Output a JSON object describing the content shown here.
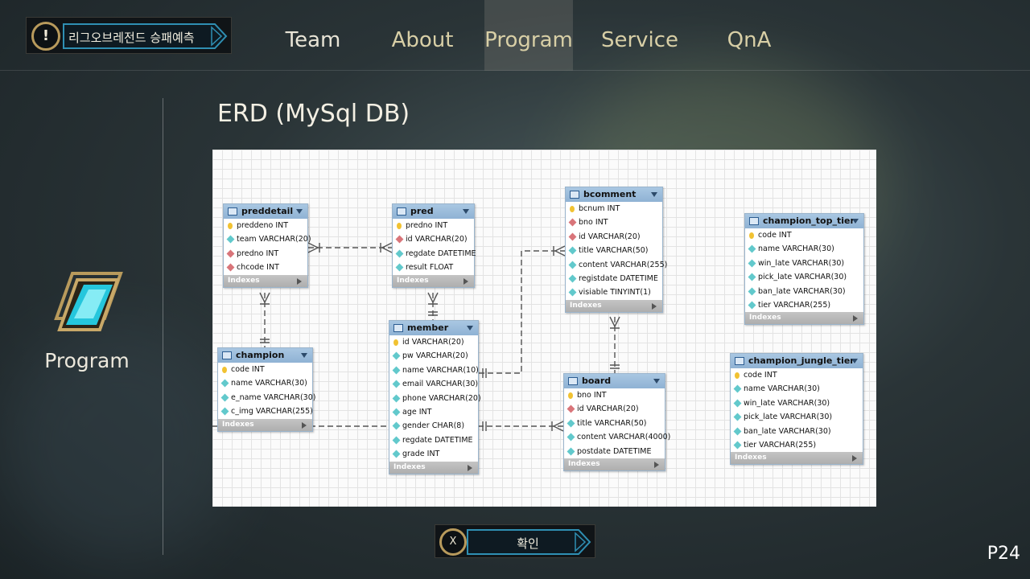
{
  "logo": {
    "icon": "!",
    "text": "리그오브레전드 승패예측"
  },
  "nav": [
    {
      "label": "Team"
    },
    {
      "label": "About"
    },
    {
      "label": "Program"
    },
    {
      "label": "Service"
    },
    {
      "label": "QnA"
    }
  ],
  "sidebar": {
    "label": "Program",
    "icon": "crystal-icon"
  },
  "page": {
    "title": "ERD (MySql DB)",
    "number": "P24"
  },
  "confirm": {
    "icon": "X",
    "label": "확인"
  },
  "erd": {
    "index_label": "Indexes",
    "tables": [
      {
        "name": "preddetail",
        "columns": [
          {
            "text": "preddeno INT",
            "kind": "key"
          },
          {
            "text": "team VARCHAR(20)",
            "kind": "col"
          },
          {
            "text": "predno INT",
            "kind": "fk"
          },
          {
            "text": "chcode INT",
            "kind": "fk"
          }
        ]
      },
      {
        "name": "pred",
        "columns": [
          {
            "text": "predno INT",
            "kind": "key"
          },
          {
            "text": "id VARCHAR(20)",
            "kind": "fk"
          },
          {
            "text": "regdate DATETIME",
            "kind": "col"
          },
          {
            "text": "result FLOAT",
            "kind": "col"
          }
        ]
      },
      {
        "name": "bcomment",
        "columns": [
          {
            "text": "bcnum INT",
            "kind": "key"
          },
          {
            "text": "bno INT",
            "kind": "fk"
          },
          {
            "text": "id VARCHAR(20)",
            "kind": "fk"
          },
          {
            "text": "title VARCHAR(50)",
            "kind": "col"
          },
          {
            "text": "content VARCHAR(255)",
            "kind": "col"
          },
          {
            "text": "registdate DATETIME",
            "kind": "col"
          },
          {
            "text": "visiable TINYINT(1)",
            "kind": "col"
          }
        ]
      },
      {
        "name": "champion_top_tier",
        "columns": [
          {
            "text": "code INT",
            "kind": "key"
          },
          {
            "text": "name VARCHAR(30)",
            "kind": "col"
          },
          {
            "text": "win_late VARCHAR(30)",
            "kind": "col"
          },
          {
            "text": "pick_late VARCHAR(30)",
            "kind": "col"
          },
          {
            "text": "ban_late VARCHAR(30)",
            "kind": "col"
          },
          {
            "text": "tier VARCHAR(255)",
            "kind": "col"
          }
        ]
      },
      {
        "name": "champion",
        "columns": [
          {
            "text": "code INT",
            "kind": "key"
          },
          {
            "text": "name VARCHAR(30)",
            "kind": "col"
          },
          {
            "text": "e_name VARCHAR(30)",
            "kind": "col"
          },
          {
            "text": "c_img VARCHAR(255)",
            "kind": "col"
          }
        ]
      },
      {
        "name": "member",
        "columns": [
          {
            "text": "id VARCHAR(20)",
            "kind": "key"
          },
          {
            "text": "pw VARCHAR(20)",
            "kind": "col"
          },
          {
            "text": "name VARCHAR(10)",
            "kind": "col"
          },
          {
            "text": "email VARCHAR(30)",
            "kind": "col"
          },
          {
            "text": "phone VARCHAR(20)",
            "kind": "col"
          },
          {
            "text": "age INT",
            "kind": "col"
          },
          {
            "text": "gender CHAR(8)",
            "kind": "col"
          },
          {
            "text": "regdate DATETIME",
            "kind": "col"
          },
          {
            "text": "grade INT",
            "kind": "col"
          }
        ]
      },
      {
        "name": "board",
        "columns": [
          {
            "text": "bno INT",
            "kind": "key"
          },
          {
            "text": "id VARCHAR(20)",
            "kind": "fk"
          },
          {
            "text": "title VARCHAR(50)",
            "kind": "col"
          },
          {
            "text": "content VARCHAR(4000)",
            "kind": "col"
          },
          {
            "text": "postdate DATETIME",
            "kind": "col"
          }
        ]
      },
      {
        "name": "champion_jungle_tier",
        "columns": [
          {
            "text": "code INT",
            "kind": "key"
          },
          {
            "text": "name VARCHAR(30)",
            "kind": "col"
          },
          {
            "text": "win_late VARCHAR(30)",
            "kind": "col"
          },
          {
            "text": "pick_late VARCHAR(30)",
            "kind": "col"
          },
          {
            "text": "ban_late VARCHAR(30)",
            "kind": "col"
          },
          {
            "text": "tier VARCHAR(255)",
            "kind": "col"
          }
        ]
      }
    ]
  }
}
